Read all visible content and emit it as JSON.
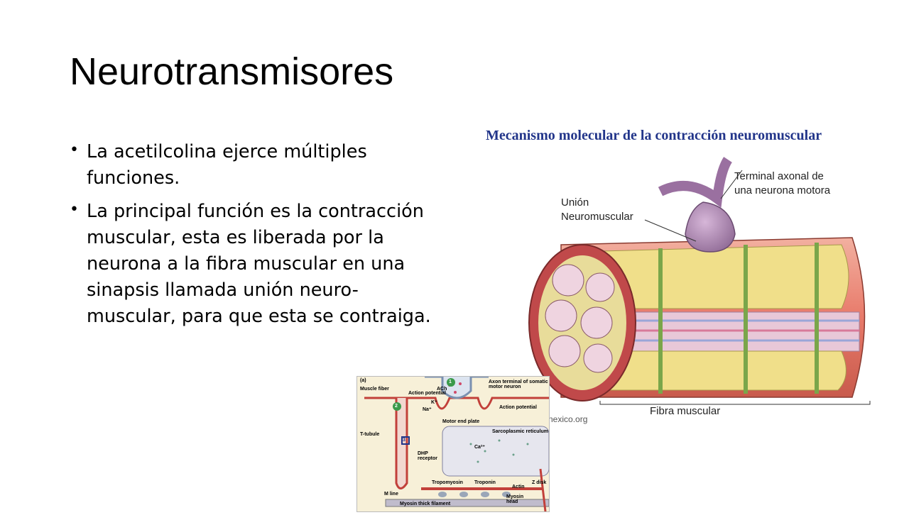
{
  "slide": {
    "title": "Neurotransmisores",
    "bullets": [
      "La acetilcolina ejerce múltiples funciones.",
      "La principal función es la contracción muscular, esta es liberada por la neurona a la fibra muscular en una sinapsis llamada unión neuro-muscular, para que esta se contraiga."
    ]
  },
  "figure_main": {
    "title": "Mecanismo molecular de la contracción neuromuscular",
    "label_axon": [
      "Terminal axonal de",
      "una neurona motora"
    ],
    "label_union": [
      "Unión",
      "Neuromuscular"
    ],
    "label_fiber": "Fibra muscular",
    "watermark": "nexico.org"
  },
  "figure_inset": {
    "panel": "(a)",
    "labels": {
      "muscle_fiber": "Muscle fiber",
      "action_potential_1": "Action potential",
      "ach": "ACh",
      "axon_terminal": "Axon terminal of somatic motor neuron",
      "na": "Na⁺",
      "k": "K⁺",
      "motor_end_plate": "Motor end plate",
      "action_potential_2": "Action potential",
      "t_tubule": "T-tubule",
      "sarcoplasmic": "Sarcoplasmic reticulum",
      "ca": "Ca²⁺",
      "dhp": "DHP receptor",
      "tropomyosin": "Tropomyosin",
      "troponin": "Troponin",
      "actin": "Actin",
      "z_disk": "Z disk",
      "m_line": "M line",
      "myosin_head": "Myosin head",
      "myosin_thick": "Myosin thick filament",
      "step1": "1",
      "step2": "2",
      "step3": "3"
    }
  }
}
